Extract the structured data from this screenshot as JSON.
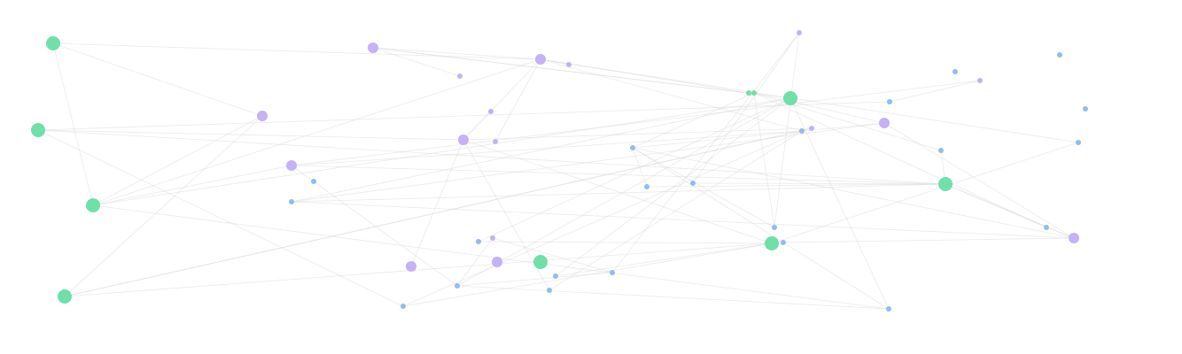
{
  "legend_colors": {
    "green": "#6fe0a8",
    "purple": "#c5b1f5",
    "blue": "#8fbcf2"
  },
  "graph": {
    "nodes": [
      {
        "id": "g1",
        "group": "green",
        "size": "large"
      },
      {
        "id": "g2",
        "group": "green",
        "size": "large"
      },
      {
        "id": "g3",
        "group": "green",
        "size": "large"
      },
      {
        "id": "g4",
        "group": "green",
        "size": "large"
      },
      {
        "id": "g5",
        "group": "green",
        "size": "small"
      },
      {
        "id": "g6",
        "group": "green",
        "size": "small"
      },
      {
        "id": "g7",
        "group": "green",
        "size": "large"
      },
      {
        "id": "g8",
        "group": "green",
        "size": "large"
      },
      {
        "id": "g9",
        "group": "green",
        "size": "large"
      },
      {
        "id": "g10",
        "group": "green",
        "size": "large"
      },
      {
        "id": "p1",
        "group": "purple",
        "size": "medium"
      },
      {
        "id": "p2",
        "group": "purple",
        "size": "medium"
      },
      {
        "id": "p3",
        "group": "purple",
        "size": "small"
      },
      {
        "id": "p4",
        "group": "purple",
        "size": "small"
      },
      {
        "id": "p5",
        "group": "purple",
        "size": "medium"
      },
      {
        "id": "p6",
        "group": "purple",
        "size": "small"
      },
      {
        "id": "p7",
        "group": "purple",
        "size": "medium"
      },
      {
        "id": "p8",
        "group": "purple",
        "size": "small"
      },
      {
        "id": "p9",
        "group": "purple",
        "size": "medium"
      },
      {
        "id": "p10",
        "group": "purple",
        "size": "small"
      },
      {
        "id": "p11",
        "group": "purple",
        "size": "small"
      },
      {
        "id": "p12",
        "group": "purple",
        "size": "medium"
      },
      {
        "id": "p13",
        "group": "purple",
        "size": "small"
      },
      {
        "id": "p14",
        "group": "purple",
        "size": "medium"
      },
      {
        "id": "p15",
        "group": "purple",
        "size": "small"
      },
      {
        "id": "p16",
        "group": "purple",
        "size": "medium"
      },
      {
        "id": "p17",
        "group": "purple",
        "size": "medium"
      },
      {
        "id": "b1",
        "group": "blue",
        "size": "small"
      },
      {
        "id": "b2",
        "group": "blue",
        "size": "small"
      },
      {
        "id": "b3",
        "group": "blue",
        "size": "small"
      },
      {
        "id": "b4",
        "group": "blue",
        "size": "small"
      },
      {
        "id": "b5",
        "group": "blue",
        "size": "small"
      },
      {
        "id": "b6",
        "group": "blue",
        "size": "small"
      },
      {
        "id": "b7",
        "group": "blue",
        "size": "small"
      },
      {
        "id": "b8",
        "group": "blue",
        "size": "small"
      },
      {
        "id": "b9",
        "group": "blue",
        "size": "small"
      },
      {
        "id": "b10",
        "group": "blue",
        "size": "small"
      },
      {
        "id": "b11",
        "group": "blue",
        "size": "small"
      },
      {
        "id": "b12",
        "group": "blue",
        "size": "small"
      },
      {
        "id": "b13",
        "group": "blue",
        "size": "small"
      },
      {
        "id": "b14",
        "group": "blue",
        "size": "small"
      },
      {
        "id": "b15",
        "group": "blue",
        "size": "small"
      },
      {
        "id": "b16",
        "group": "blue",
        "size": "small"
      },
      {
        "id": "b17",
        "group": "blue",
        "size": "small"
      },
      {
        "id": "b18",
        "group": "blue",
        "size": "small"
      },
      {
        "id": "b19",
        "group": "blue",
        "size": "small"
      },
      {
        "id": "b20",
        "group": "blue",
        "size": "small"
      },
      {
        "id": "b21",
        "group": "blue",
        "size": "small"
      },
      {
        "id": "b22",
        "group": "blue",
        "size": "small"
      }
    ],
    "edges": [
      [
        "g1",
        "g3"
      ],
      [
        "g1",
        "p5"
      ],
      [
        "g1",
        "p2"
      ],
      [
        "g2",
        "p7"
      ],
      [
        "g2",
        "g8"
      ],
      [
        "g2",
        "b21"
      ],
      [
        "g2",
        "b3"
      ],
      [
        "g3",
        "p2"
      ],
      [
        "g3",
        "p5"
      ],
      [
        "g3",
        "g7"
      ],
      [
        "g3",
        "p9"
      ],
      [
        "g3",
        "b22"
      ],
      [
        "g4",
        "b6"
      ],
      [
        "g4",
        "p5"
      ],
      [
        "g4",
        "p13"
      ],
      [
        "g4",
        "b14"
      ],
      [
        "p1",
        "p2"
      ],
      [
        "p1",
        "g5"
      ],
      [
        "p1",
        "g7"
      ],
      [
        "p1",
        "p3"
      ],
      [
        "p2",
        "p7"
      ],
      [
        "p2",
        "b6"
      ],
      [
        "p2",
        "p8"
      ],
      [
        "p2",
        "p4"
      ],
      [
        "p2",
        "g5"
      ],
      [
        "p2",
        "b5"
      ],
      [
        "p7",
        "p13"
      ],
      [
        "p7",
        "p14"
      ],
      [
        "p7",
        "g9"
      ],
      [
        "p7",
        "b20"
      ],
      [
        "p7",
        "p6"
      ],
      [
        "p9",
        "p11"
      ],
      [
        "p9",
        "b6"
      ],
      [
        "p9",
        "b11"
      ],
      [
        "p9",
        "g8"
      ],
      [
        "p10",
        "b18"
      ],
      [
        "p10",
        "b10"
      ],
      [
        "p10",
        "b13"
      ],
      [
        "p11",
        "b3"
      ],
      [
        "p12",
        "g6"
      ],
      [
        "p12",
        "b8"
      ],
      [
        "p12",
        "p16"
      ],
      [
        "p12",
        "b12"
      ],
      [
        "p16",
        "b8"
      ],
      [
        "p16",
        "b12"
      ],
      [
        "p16",
        "g8"
      ],
      [
        "p16",
        "b14"
      ],
      [
        "p16",
        "b15"
      ],
      [
        "g6",
        "b8"
      ],
      [
        "g6",
        "b13"
      ],
      [
        "g6",
        "b7"
      ],
      [
        "g6",
        "b15"
      ],
      [
        "g7",
        "b22"
      ],
      [
        "g7",
        "b19"
      ],
      [
        "g7",
        "b16"
      ],
      [
        "g7",
        "b17"
      ],
      [
        "g7",
        "b12"
      ],
      [
        "g8",
        "b7"
      ],
      [
        "g8",
        "b10"
      ],
      [
        "g8",
        "b15"
      ],
      [
        "g8",
        "b9"
      ],
      [
        "g8",
        "b12"
      ],
      [
        "g9",
        "b21"
      ],
      [
        "g9",
        "b16"
      ],
      [
        "g9",
        "b17"
      ],
      [
        "b8",
        "b9"
      ],
      [
        "b8",
        "b13"
      ],
      [
        "b8",
        "b22"
      ],
      [
        "b6",
        "b20"
      ],
      [
        "b6",
        "b21"
      ],
      [
        "b19",
        "b22"
      ],
      [
        "b18",
        "b19"
      ],
      [
        "b11",
        "b19"
      ],
      [
        "b5",
        "g9"
      ],
      [
        "p13",
        "b6"
      ],
      [
        "b18",
        "p15"
      ],
      [
        "p15",
        "b19"
      ]
    ]
  }
}
